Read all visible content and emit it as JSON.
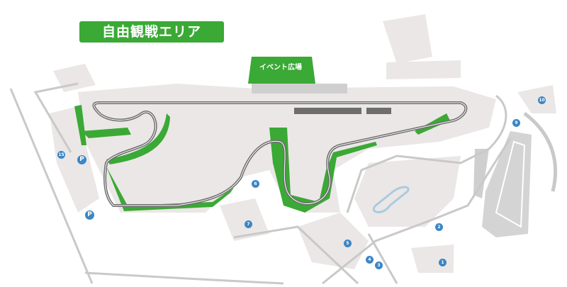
{
  "legend": {
    "label": "自由観戦エリア",
    "color": "#3aa935"
  },
  "event_plaza": {
    "label": "イベント広場"
  },
  "parking": [
    {
      "label": "P"
    },
    {
      "label": "P"
    }
  ],
  "gates": [
    {
      "label": "15"
    },
    {
      "label": "6"
    },
    {
      "label": "7"
    },
    {
      "label": "5"
    },
    {
      "label": "4"
    },
    {
      "label": "3"
    },
    {
      "label": "1"
    },
    {
      "label": "2"
    },
    {
      "label": "9"
    },
    {
      "label": "10"
    }
  ],
  "colors": {
    "track": "#6d6d6d",
    "road": "#c9c9c9",
    "area": "#ebe7e6",
    "free_area": "#3aa935",
    "marker": "#3b86c6"
  }
}
